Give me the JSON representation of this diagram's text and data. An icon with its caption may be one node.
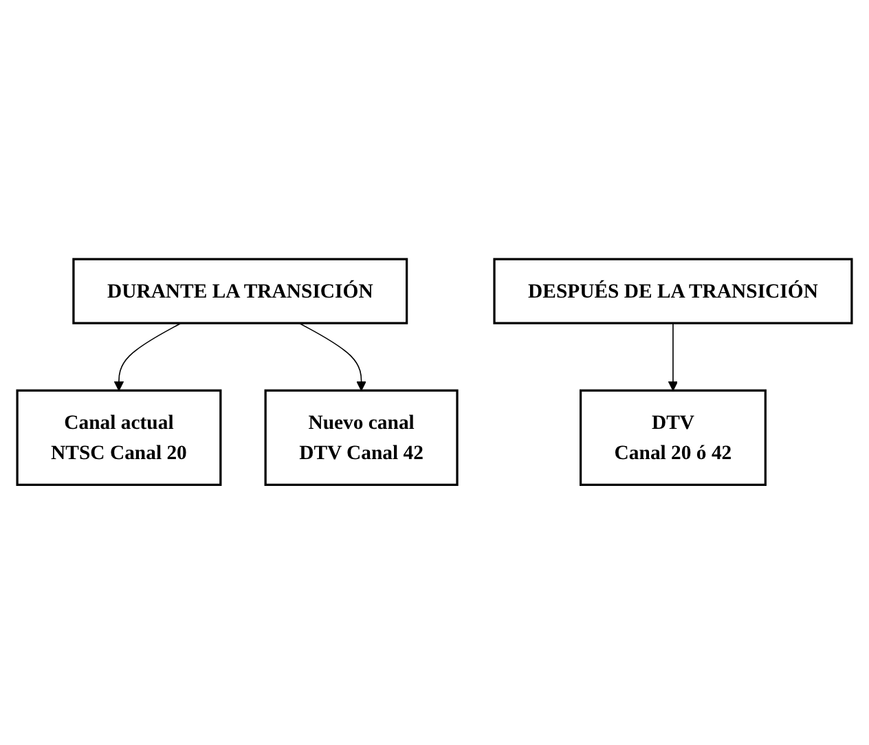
{
  "diagram": {
    "nodes": [
      {
        "text": [
          "DURANTE LA TRANSICIÓN"
        ]
      },
      {
        "text": [
          "Canal actual",
          "NTSC Canal 20"
        ]
      },
      {
        "text": [
          "Nuevo canal",
          "DTV Canal 42"
        ]
      },
      {
        "text": [
          "DESPUÉS DE LA TRANSICIÓN"
        ]
      },
      {
        "text": [
          "DTV",
          "Canal 20 ó 42"
        ]
      }
    ],
    "edges": [
      {
        "from": 0,
        "to": 1,
        "arrow": "to"
      },
      {
        "from": 0,
        "to": 2,
        "arrow": "to"
      },
      {
        "from": 3,
        "to": 4,
        "arrow": "to"
      }
    ]
  }
}
